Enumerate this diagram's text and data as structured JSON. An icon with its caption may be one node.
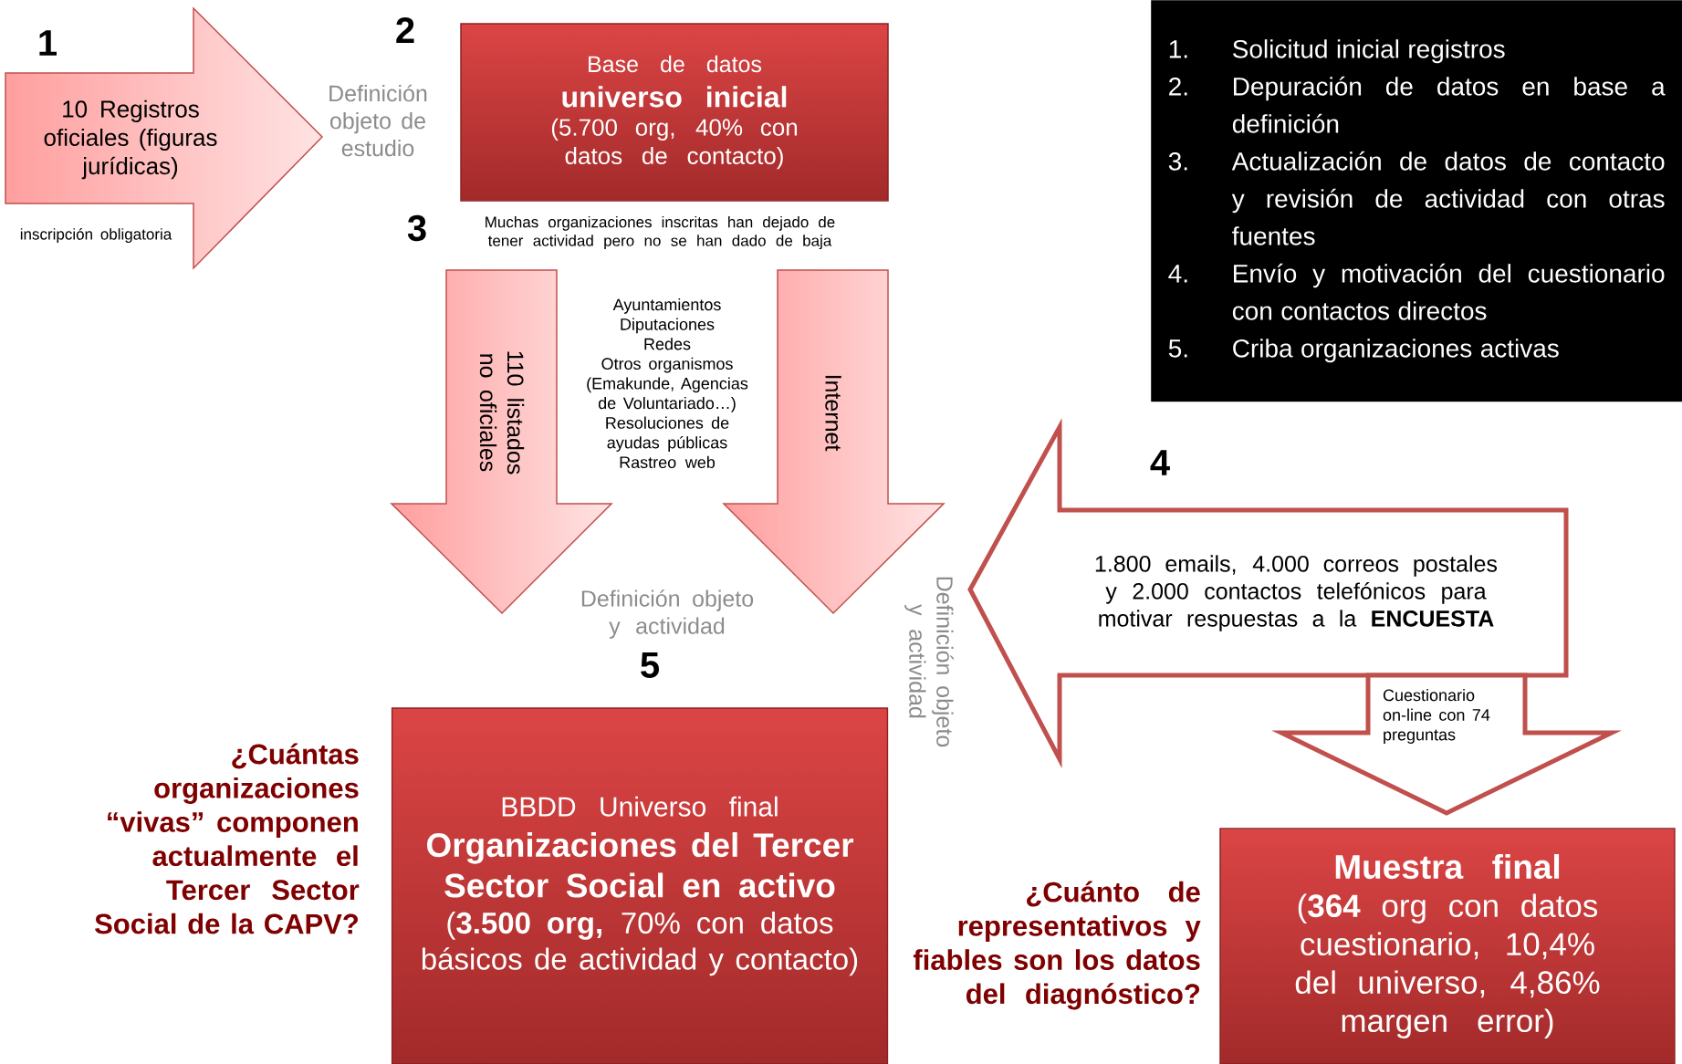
{
  "diagram": {
    "nodes": [
      {
        "text": [
          "10 Registros oficiales (figuras jurídicas)",
          "inscripción obligatoria"
        ]
      },
      {
        "text": [
          "Base de datos",
          "universo inicial",
          "(5.700 org,  40% con datos de contacto)"
        ]
      },
      {
        "text": [
          "110 listados no oficiales"
        ]
      },
      {
        "text": [
          "Internet"
        ]
      },
      {
        "text": [
          "1.800 emails, 4.000 correos postales y 2.000 contactos telefónicos para motivar respuestas a la **ENCUESTA**"
        ]
      },
      {
        "text": [
          "Cuestionario on-line con 74 preguntas"
        ]
      },
      {
        "text": [
          "BBDD Universo final",
          "Organizaciones del Tercer Sector Social en activo",
          "(**3.500 org,**  70% con datos básicos de actividad y contacto)"
        ]
      },
      {
        "text": [
          "Muestra final",
          "(**364** org con datos cuestionario, 10,4% del universo, 4,86% margen error)"
        ]
      },
      {
        "text": [
          "1.",
          "Solicitud inicial registros",
          "2.",
          "Depuración de datos en base a definición",
          "3.",
          "Actualización de datos de contacto y revisión de actividad con otras fuentes",
          "4.",
          "Envío y motivación del cuestionario con contactos directos",
          "5.",
          "Criba organizaciones activas"
        ]
      }
    ],
    "labels": [
      "1",
      "2",
      "Definición objeto de estudio",
      "3",
      "Muchas organizaciones inscritas han dejado de tener actividad pero no se han dado de baja",
      "Ayuntamientos",
      "Diputaciones",
      "Redes",
      "Otros organismos (Emakunde, Agencias de Voluntariado…)",
      "Resoluciones de ayudas públicas",
      "Rastreo web",
      "4",
      "Definición objeto y actividad",
      "5",
      "Definición objeto y actividad",
      "¿Cuántas organizaciones “vivas” componen actualmente el Tercer Sector Social de la CAPV?",
      "¿Cuánto de representativos y fiables son los datos del diagnóstico?"
    ]
  }
}
